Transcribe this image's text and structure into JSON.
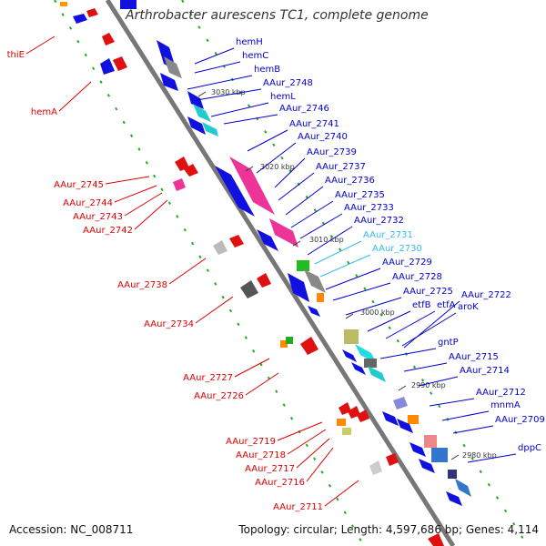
{
  "header": {
    "title": "Arthrobacter aurescens TC1, complete genome"
  },
  "footer": {
    "accession": "Accession: NC_008711",
    "topology": "Topology: circular; Length: 4,597,686 bp; Genes: 4,114"
  },
  "ticks": [
    "3030 kbp",
    "3020 kbp",
    "3010 kbp",
    "3000 kbp",
    "2990 kbp",
    "2980 kbp"
  ],
  "colors": {
    "forward_strand": "#1010e0",
    "reverse_strand": "#e01010",
    "highlight_label": "#33bbee",
    "rna_tick": "#228822",
    "backbone": "#777777"
  },
  "right_labels": [
    "hemH",
    "hemC",
    "hemB",
    "AAur_2748",
    "hemL",
    "AAur_2746",
    "AAur_2741",
    "AAur_2740",
    "AAur_2739",
    "AAur_2737",
    "AAur_2736",
    "AAur_2735",
    "AAur_2733",
    "AAur_2732",
    "AAur_2731",
    "AAur_2730",
    "AAur_2729",
    "AAur_2728",
    "AAur_2725",
    "AAur_2722",
    "etfB",
    "etfA",
    "aroK",
    "gntP",
    "AAur_2715",
    "AAur_2714",
    "AAur_2712",
    "mnmA",
    "AAur_2709",
    "dppC"
  ],
  "left_labels": [
    "thiE",
    "hemA",
    "AAur_2745",
    "AAur_2744",
    "AAur_2743",
    "AAur_2742",
    "AAur_2738",
    "AAur_2734",
    "AAur_2727",
    "AAur_2726",
    "AAur_2719",
    "AAur_2718",
    "AAur_2717",
    "AAur_2716",
    "AAur_2711"
  ]
}
